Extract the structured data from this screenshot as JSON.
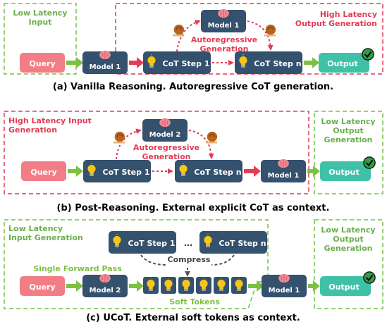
{
  "colors": {
    "query": "#f27d86",
    "dark_box": "#34516e",
    "output": "#3fc1a8",
    "green_arrow": "#7cc142",
    "red_arrow": "#e23c56",
    "green_dash": "#76c043",
    "red_dash": "#e23c56",
    "bulb": "#f5c518",
    "brain": "#f08a94",
    "check": "#2ea043"
  },
  "panel_a": {
    "low_latency_label": "Low Latency\nInput",
    "high_latency_label": "High Latency\nOutput Generation",
    "query": "Query",
    "model1": "Model 1",
    "model1_top": "Model 1",
    "cot_step_1": "CoT Step 1",
    "cot_step_n": "CoT Step n",
    "autoregressive": "Autoregressive\nGeneration",
    "output": "Output",
    "caption": "(a) Vanilla Reasoning. Autoregressive CoT generation."
  },
  "panel_b": {
    "high_latency_label": "High Latency Input\nGeneration",
    "low_latency_label": "Low Latency\nOutput\nGeneration",
    "query": "Query",
    "model2_top": "Model 2",
    "cot_step_1": "CoT Step 1",
    "cot_step_n": "CoT Step n",
    "autoregressive": "Autoregressive\nGeneration",
    "model1": "Model 1",
    "output": "Output",
    "caption": "(b) Post-Reasoning. External explicit CoT as context."
  },
  "panel_c": {
    "low_latency_input_label": "Low Latency\nInput Generation",
    "low_latency_output_label": "Low Latency\nOutput\nGeneration",
    "cot_step_1": "CoT Step 1",
    "ellipsis": "...",
    "cot_step_n": "CoT Step n",
    "compress": "Compress",
    "single_forward_pass": "Single Forward Pass",
    "query": "Query",
    "model2": "Model 2",
    "soft_tokens": "Soft Tokens",
    "model1": "Model 1",
    "output": "Output",
    "caption": "(c) UCoT. External soft tokens as context."
  }
}
